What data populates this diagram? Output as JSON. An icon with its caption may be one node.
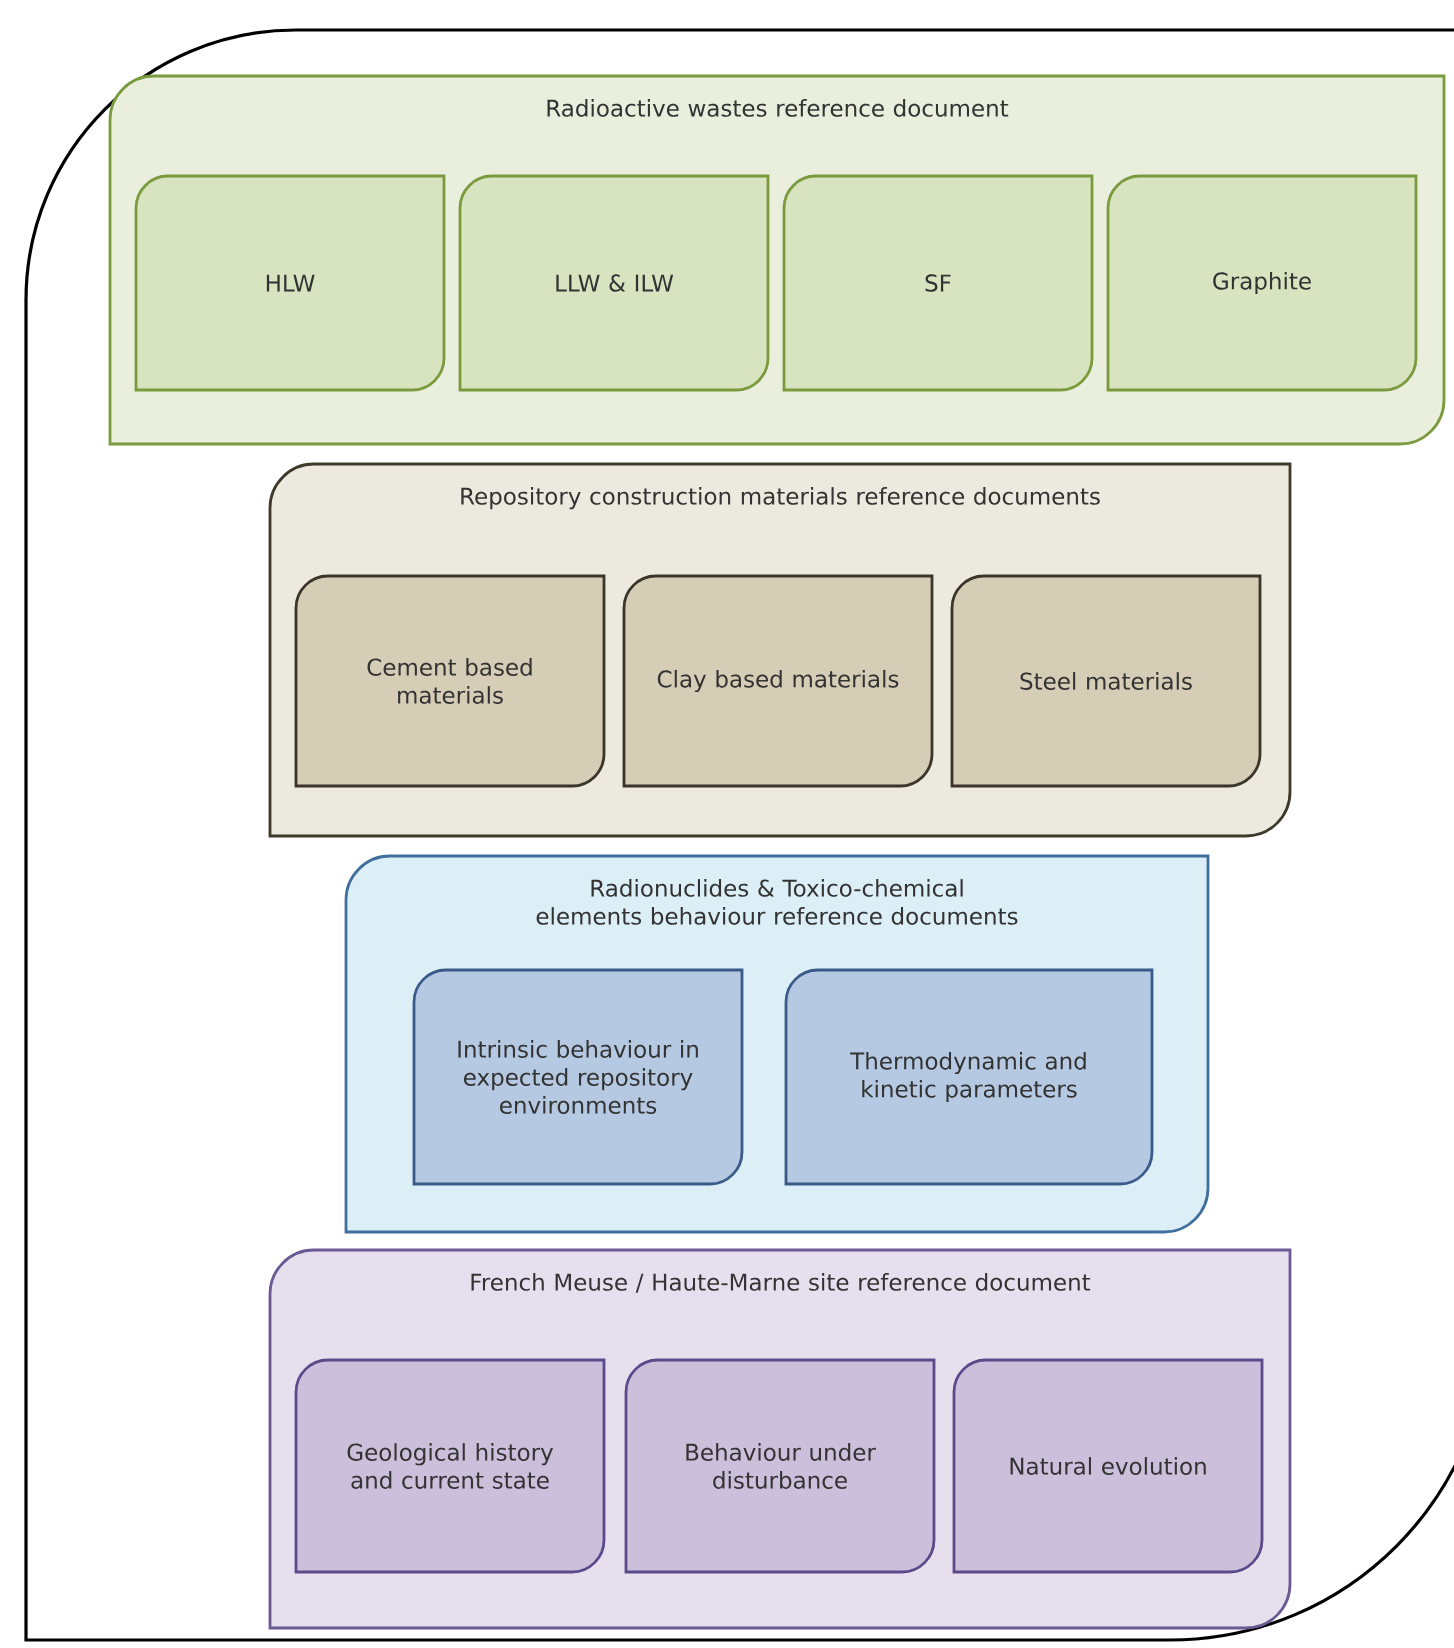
{
  "diagram": {
    "nodes": [
      {
        "text": [
          "Radioactive wastes reference document"
        ]
      },
      {
        "text": [
          "HLW"
        ],
        "in": 0
      },
      {
        "text": [
          "LLW & ILW"
        ],
        "in": 0
      },
      {
        "text": [
          "SF"
        ],
        "in": 0
      },
      {
        "text": [
          "Graphite"
        ],
        "in": 0
      },
      {
        "text": [
          "Repository construction materials reference documents"
        ]
      },
      {
        "text": [
          "Cement based materials"
        ],
        "in": 5
      },
      {
        "text": [
          "Clay based materials"
        ],
        "in": 5
      },
      {
        "text": [
          "Steel materials"
        ],
        "in": 5
      },
      {
        "text": [
          "Radionuclides & Toxico-chemical elements behaviour reference documents"
        ]
      },
      {
        "text": [
          "Intrinsic behaviour in expected repository environments"
        ],
        "in": 9
      },
      {
        "text": [
          "Thermodynamic and kinetic parameters"
        ],
        "in": 9
      },
      {
        "text": [
          "French Meuse / Haute-Marne site reference document"
        ]
      },
      {
        "text": [
          "Geological history and current state"
        ],
        "in": 12
      },
      {
        "text": [
          "Behaviour under disturbance"
        ],
        "in": 12
      },
      {
        "text": [
          "Natural evolution"
        ],
        "in": 12
      }
    ]
  }
}
